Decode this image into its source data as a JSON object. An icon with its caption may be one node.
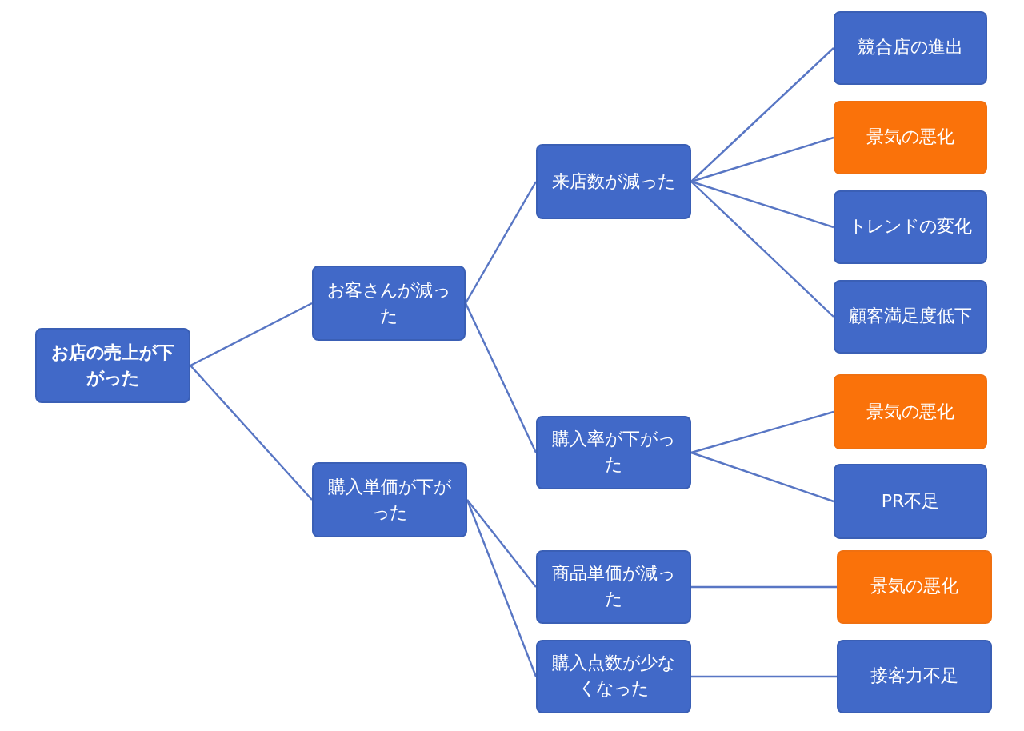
{
  "diagram": {
    "nodes": [
      {
        "text": [
          "お店の売上が下がった"
        ]
      },
      {
        "text": [
          "お客さんが減った"
        ]
      },
      {
        "text": [
          "来店数が減った"
        ]
      },
      {
        "text": [
          "競合店の進出"
        ]
      },
      {
        "text": [
          "景気の悪化"
        ]
      },
      {
        "text": [
          "トレンドの変化"
        ]
      },
      {
        "text": [
          "顧客満足度低下"
        ]
      },
      {
        "text": [
          "購入率が下がった"
        ]
      },
      {
        "text": [
          "景気の悪化"
        ]
      },
      {
        "text": [
          "PR不足"
        ]
      },
      {
        "text": [
          "購入単価が下がった"
        ]
      },
      {
        "text": [
          "商品単価が減った"
        ]
      },
      {
        "text": [
          "購入点数が少なくなった"
        ]
      },
      {
        "text": [
          "景気の悪化"
        ]
      },
      {
        "text": [
          "接客力不足"
        ]
      }
    ],
    "edges": [
      {
        "from": 0,
        "to": 1,
        "arrow": "none"
      },
      {
        "from": 0,
        "to": 10,
        "arrow": "none"
      },
      {
        "from": 1,
        "to": 2,
        "arrow": "none"
      },
      {
        "from": 1,
        "to": 7,
        "arrow": "none"
      },
      {
        "from": 2,
        "to": 3,
        "arrow": "none"
      },
      {
        "from": 2,
        "to": 4,
        "arrow": "none"
      },
      {
        "from": 2,
        "to": 5,
        "arrow": "none"
      },
      {
        "from": 2,
        "to": 6,
        "arrow": "none"
      },
      {
        "from": 7,
        "to": 8,
        "arrow": "none"
      },
      {
        "from": 7,
        "to": 9,
        "arrow": "none"
      },
      {
        "from": 10,
        "to": 11,
        "arrow": "none"
      },
      {
        "from": 10,
        "to": 12,
        "arrow": "none"
      },
      {
        "from": 11,
        "to": 13,
        "arrow": "none"
      },
      {
        "from": 12,
        "to": 14,
        "arrow": "none"
      }
    ]
  }
}
